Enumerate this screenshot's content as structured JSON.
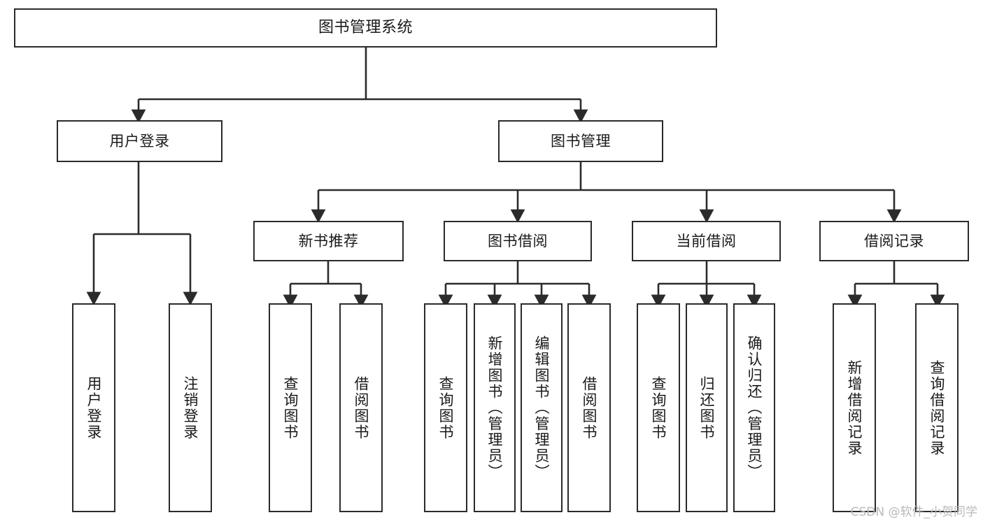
{
  "diagram": {
    "title": "图书管理系统",
    "watermark": "CSDN @软件_小贺同学",
    "colors": {
      "node_border": "#2b2b2b",
      "node_fill": "#ffffff",
      "edge": "#2b2b2b",
      "text": "#1a1a1a",
      "watermark": "#b9b9b9",
      "background": "#ffffff"
    },
    "root": {
      "label": "图书管理系统"
    },
    "level2": [
      {
        "label": "用户登录"
      },
      {
        "label": "图书管理"
      }
    ],
    "level3": [
      {
        "label": "新书推荐"
      },
      {
        "label": "图书借阅"
      },
      {
        "label": "当前借阅"
      },
      {
        "label": "借阅记录"
      }
    ],
    "leaves": {
      "user_login": [
        {
          "label": "用户登录"
        },
        {
          "label": "注销登录"
        }
      ],
      "new_book_recommend": [
        {
          "label": "查询图书"
        },
        {
          "label": "借阅图书"
        }
      ],
      "book_borrow": [
        {
          "label": "查询图书"
        },
        {
          "label": "新增图书（管理员）"
        },
        {
          "label": "编辑图书（管理员）"
        },
        {
          "label": "借阅图书"
        }
      ],
      "current_borrow": [
        {
          "label": "查询图书"
        },
        {
          "label": "归还图书"
        },
        {
          "label": "确认归还（管理员）"
        }
      ],
      "borrow_record": [
        {
          "label": "新增借阅记录"
        },
        {
          "label": "查询借阅记录"
        }
      ]
    }
  }
}
